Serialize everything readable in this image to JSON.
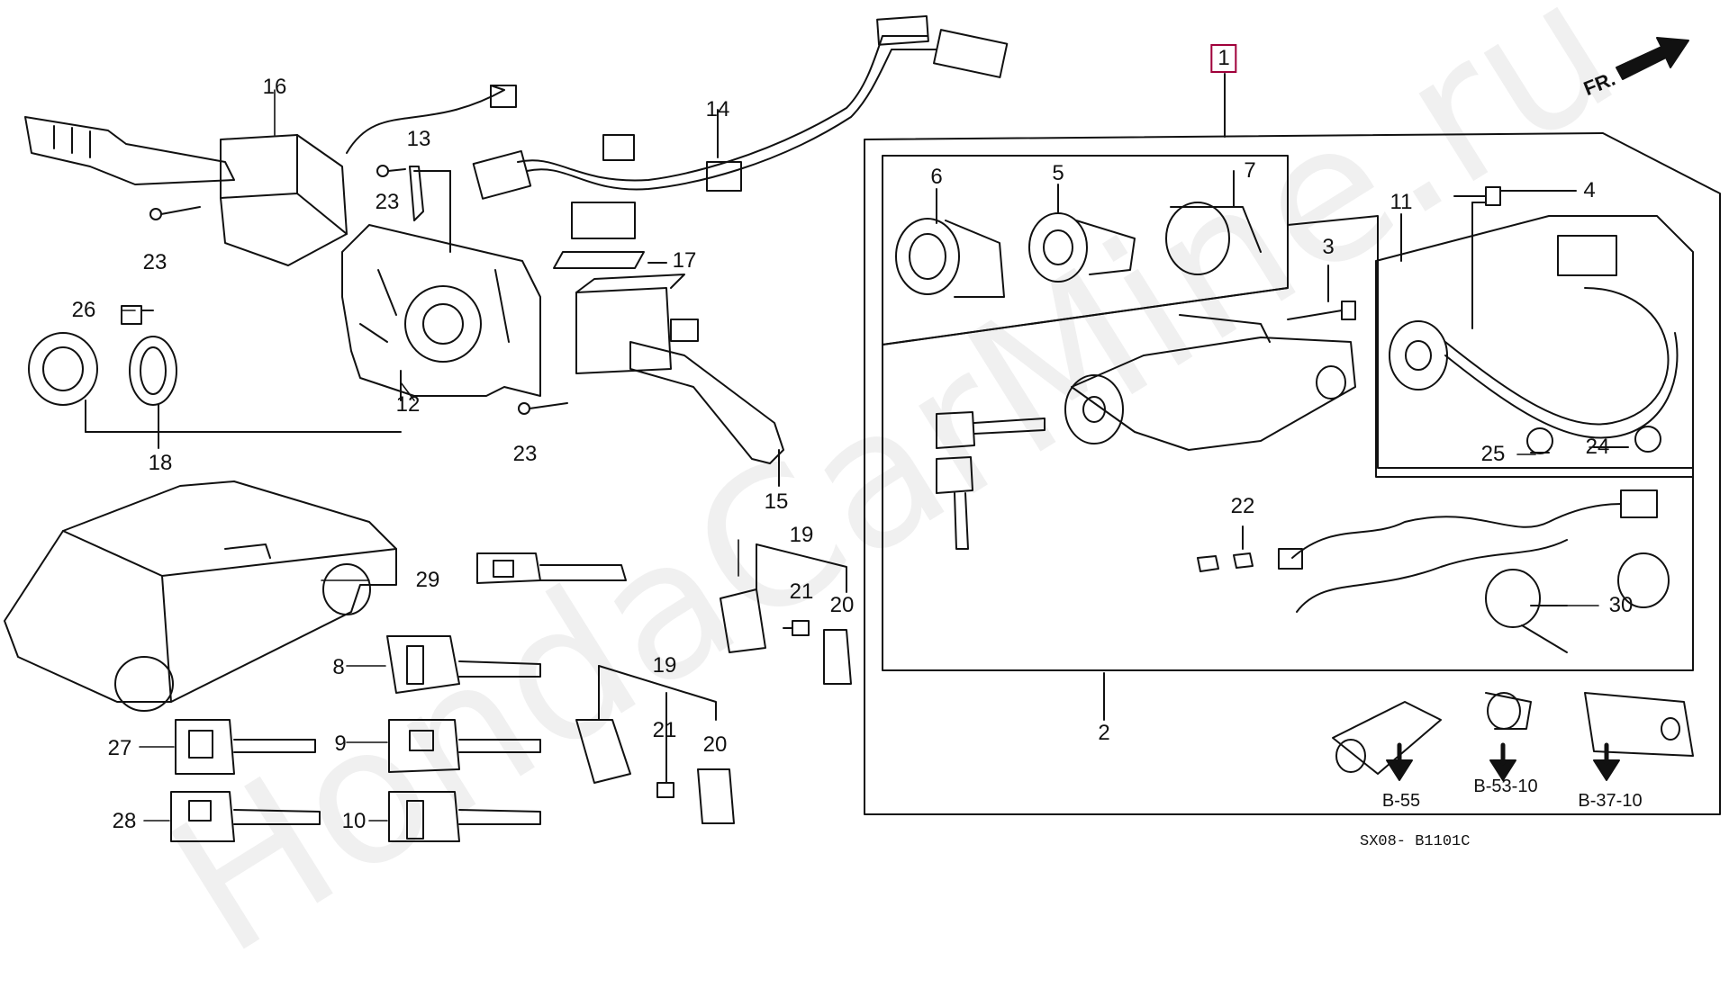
{
  "diagram": {
    "orientation": "FR.",
    "drawing_code": "SX08- B1101C",
    "watermark": "HondaCarMine.ru",
    "accent_color": "#a0003a",
    "callouts": {
      "c1": "1",
      "c2": "2",
      "c3": "3",
      "c4": "4",
      "c5": "5",
      "c6": "6",
      "c7": "7",
      "c8": "8",
      "c9": "9",
      "c10": "10",
      "c11": "11",
      "c12": "12",
      "c13": "13",
      "c14": "14",
      "c15": "15",
      "c16": "16",
      "c17": "17",
      "c18": "18",
      "c19a": "19",
      "c19b": "19",
      "c20a": "20",
      "c20b": "20",
      "c21a": "21",
      "c21b": "21",
      "c22": "22",
      "c23a": "23",
      "c23b": "23",
      "c23c": "23",
      "c24": "24",
      "c25": "25",
      "c26": "26",
      "c27": "27",
      "c28": "28",
      "c29": "29",
      "c30": "30"
    },
    "references": {
      "r1": "B-55",
      "r2": "B-53-10",
      "r3": "B-37-10"
    }
  }
}
